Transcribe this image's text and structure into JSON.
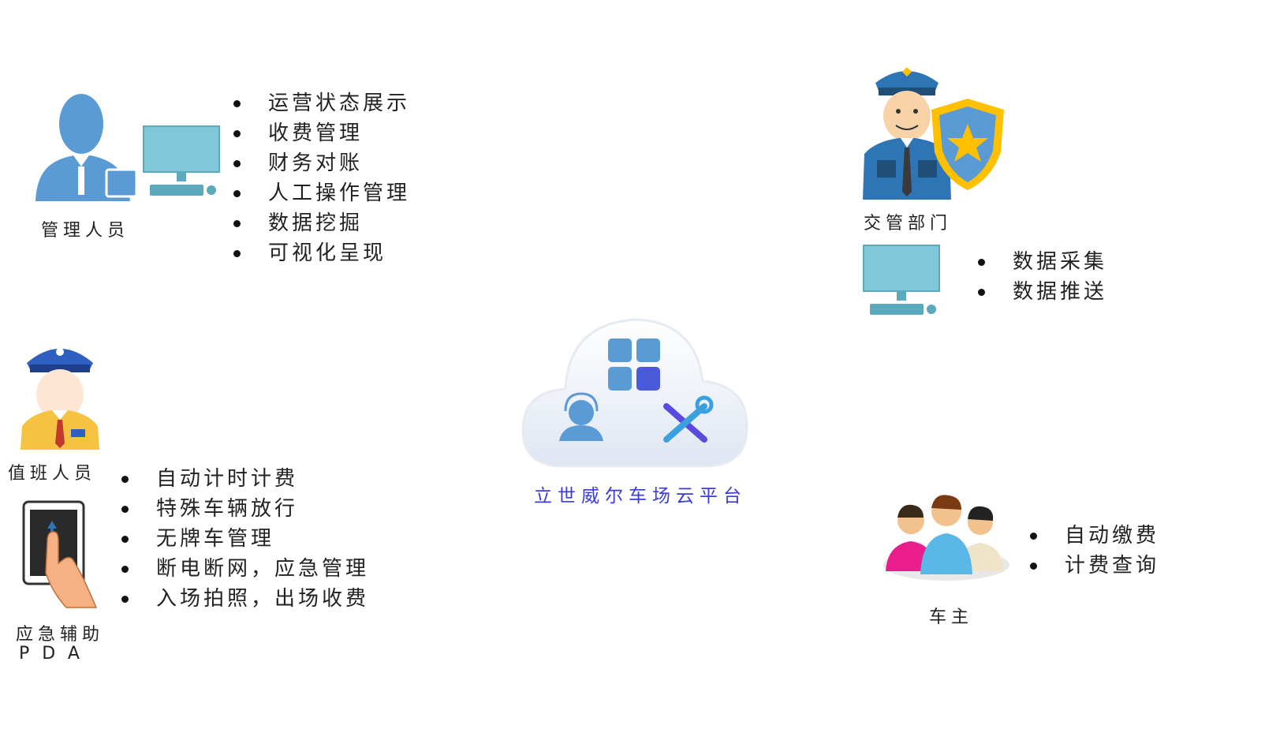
{
  "colors": {
    "monitor": "#7ec8d8",
    "person_blue": "#5b9bd5",
    "cloud_title": "#3b3bd6",
    "pda_border": "#333333"
  },
  "icons": [
    "manager-person-icon",
    "monitor-icon",
    "police-officer-icon",
    "shield-star-icon",
    "attendant-icon",
    "pda-hand-icon",
    "cloud-platform-icon",
    "car-owners-icon"
  ],
  "manager": {
    "label": "管理人员",
    "functions": [
      "运营状态展示",
      "收费管理",
      "财务对账",
      "人工操作管理",
      "数据挖掘",
      "可视化呈现"
    ]
  },
  "traffic": {
    "label": "交管部门",
    "functions": [
      "数据采集",
      "数据推送"
    ]
  },
  "attendant": {
    "label": "值班人员",
    "pda_label_line1": "应急辅助",
    "pda_label_line2": "PDA",
    "functions": [
      "自动计时计费",
      "特殊车辆放行",
      "无牌车管理",
      "断电断网，应急管理",
      "入场拍照，出场收费"
    ]
  },
  "cloud": {
    "title": "立世威尔车场云平台"
  },
  "owner": {
    "label": "车主",
    "functions": [
      "自动缴费",
      "计费查询"
    ]
  }
}
